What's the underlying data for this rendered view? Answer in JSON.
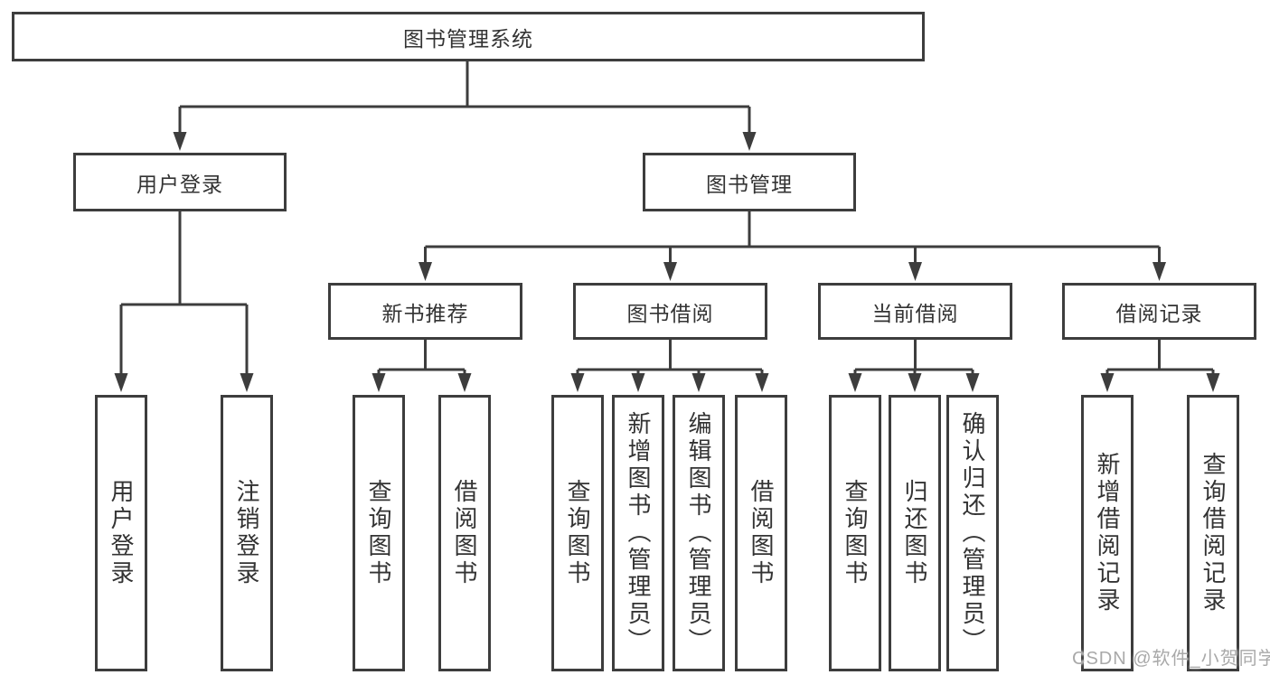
{
  "diagram": {
    "root": "图书管理系统",
    "level2": [
      "用户登录",
      "图书管理"
    ],
    "level3": [
      "新书推荐",
      "图书借阅",
      "当前借阅",
      "借阅记录"
    ],
    "leaves": {
      "user": [
        "用户登录",
        "注销登录"
      ],
      "recommend": [
        "查询图书",
        "借阅图书"
      ],
      "borrow": [
        "查询图书",
        "新增图书（管理员）",
        "编辑图书（管理员）",
        "借阅图书"
      ],
      "current": [
        "查询图书",
        "归还图书",
        "确认归还（管理员）"
      ],
      "records": [
        "新增借阅记录",
        "查询借阅记录"
      ]
    }
  },
  "watermark": "CSDN @软件_小贺同学",
  "colors": {
    "line": "#3d3d3d",
    "text": "#333333",
    "watermark": "#a9a9a9"
  }
}
